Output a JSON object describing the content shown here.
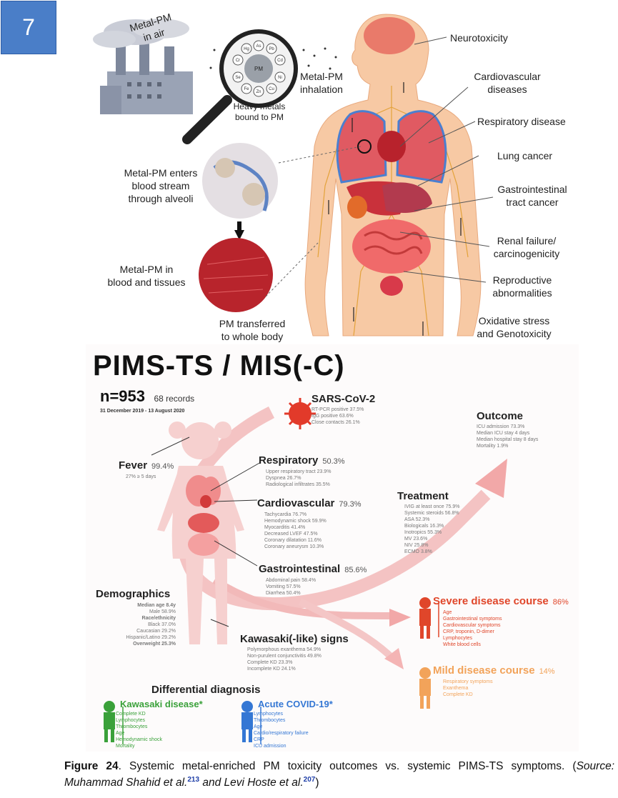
{
  "slide_number": "7",
  "top_diagram": {
    "metal_pm_in_air": "Metal-PM\nin air",
    "pm_center": "PM",
    "heavy_metals": "Heavy metals\nbound to PM",
    "inhalation": "Metal-PM\ninhalation",
    "enters_blood": "Metal-PM enters\nblood stream\nthrough alveoli",
    "in_blood_tissues": "Metal-PM in\nblood and tissues",
    "transferred": "PM transferred\nto whole body",
    "metals": [
      "Hg",
      "As",
      "Pb",
      "Cd",
      "Cr",
      "Se",
      "Fe",
      "Zn",
      "Cu",
      "Ni"
    ],
    "outcomes": [
      "Neurotoxicity",
      "Cardiovascular\ndiseases",
      "Respiratory disease",
      "Lung cancer",
      "Gastrointestinal\ntract cancer",
      "Renal failure/\ncarcinogenicity",
      "Reproductive\nabnormalities",
      "Oxidative stress\nand Genotoxicity"
    ]
  },
  "pims": {
    "title": "PIMS-TS / MIS(-C)",
    "n": "n=953",
    "records": "68 records",
    "dates": "31 December 2019 - 13 August 2020",
    "sars": {
      "title": "SARS-CoV-2",
      "items": [
        "RT-PCR positive 37.5%",
        "IgG positive 63.6%",
        "Close contacts 26.1%"
      ]
    },
    "fever": {
      "title": "Fever",
      "pct": "99.4%",
      "sub": "27% ≥ 5 days"
    },
    "respiratory": {
      "title": "Respiratory",
      "pct": "50.3%",
      "items": [
        "Upper respiratory tract 23.9%",
        "Dyspnea 26.7%",
        "Radiological infiltrates 35.5%"
      ]
    },
    "cardio": {
      "title": "Cardiovascular",
      "pct": "79.3%",
      "items": [
        "Tachycardia 76.7%",
        "Hemodynamic shock 59.9%",
        "Myocarditis 41.4%",
        "Decreased LVEF 47.5%",
        "Coronary dilatation 11.6%",
        "Coronary aneurysm 10.3%"
      ]
    },
    "gi": {
      "title": "Gastrointestinal",
      "pct": "85.6%",
      "items": [
        "Abdominal pain 58.4%",
        "Vomiting 57.5%",
        "Diarrhea 50.4%"
      ]
    },
    "demographics": {
      "title": "Demographics",
      "items": [
        "Median age 8.4y",
        "Male 58.9%",
        "Race/ethnicity",
        "Black 37.0%",
        "Caucasian 29.2%",
        "Hispanic/Latino 29.2%",
        "Overweight 25.3%"
      ]
    },
    "kawasaki_signs": {
      "title": "Kawasaki(-like) signs",
      "items": [
        "Polymorphous exanthema 54.9%",
        "Non-purulent conjunctivitis 49.8%",
        "Complete KD 23.3%",
        "Incomplete KD 24.1%"
      ]
    },
    "outcome": {
      "title": "Outcome",
      "items": [
        "ICU admission 73.3%",
        "Median ICU stay 4 days",
        "Median hospital stay 8 days",
        "Mortality 1.9%"
      ]
    },
    "treatment": {
      "title": "Treatment",
      "items": [
        "IVIG at least once 75.9%",
        "Systemic steroids 56.8%",
        "ASA 52.3%",
        "Biologicals 16.3%",
        "Inotropics 55.3%",
        "MV 23.6%",
        "NIV 25.8%",
        "ECMO 3.8%"
      ]
    },
    "severe": {
      "title": "Severe disease course",
      "pct": "86%",
      "items": [
        "Age",
        "Gastrointestinal symptoms",
        "Cardiovascular symptoms",
        "CRP, troponin, D-dimer",
        "Lymphocytes",
        "White blood cells"
      ]
    },
    "mild": {
      "title": "Mild disease course",
      "pct": "14%",
      "items": [
        "Respiratory symptoms",
        "Exanthema",
        "Complete KD"
      ]
    },
    "differential": {
      "title": "Differential diagnosis"
    },
    "kawasaki_disease": {
      "title": "Kawasaki disease*",
      "items": [
        "Complete KD",
        "Lymphocytes",
        "Thrombocytes",
        "Age",
        "Hemodynamic shock",
        "Mortality"
      ]
    },
    "acute_covid": {
      "title": "Acute COVID-19*",
      "items": [
        "Lymphocytes",
        "Thrombocytes",
        "Age",
        "Cardio/respiratory failure",
        "CRP",
        "ICU admission"
      ]
    }
  },
  "caption": {
    "label": "Figure 24",
    "text1": ". Systemic metal-enriched PM toxicity outcomes vs. systemic PIMS-TS symptoms. (",
    "source1": "Source: Muhammad Shahid et al.",
    "ref1": "213",
    "mid": " and Levi Hoste et al.",
    "ref2": "207",
    "end": ")"
  }
}
